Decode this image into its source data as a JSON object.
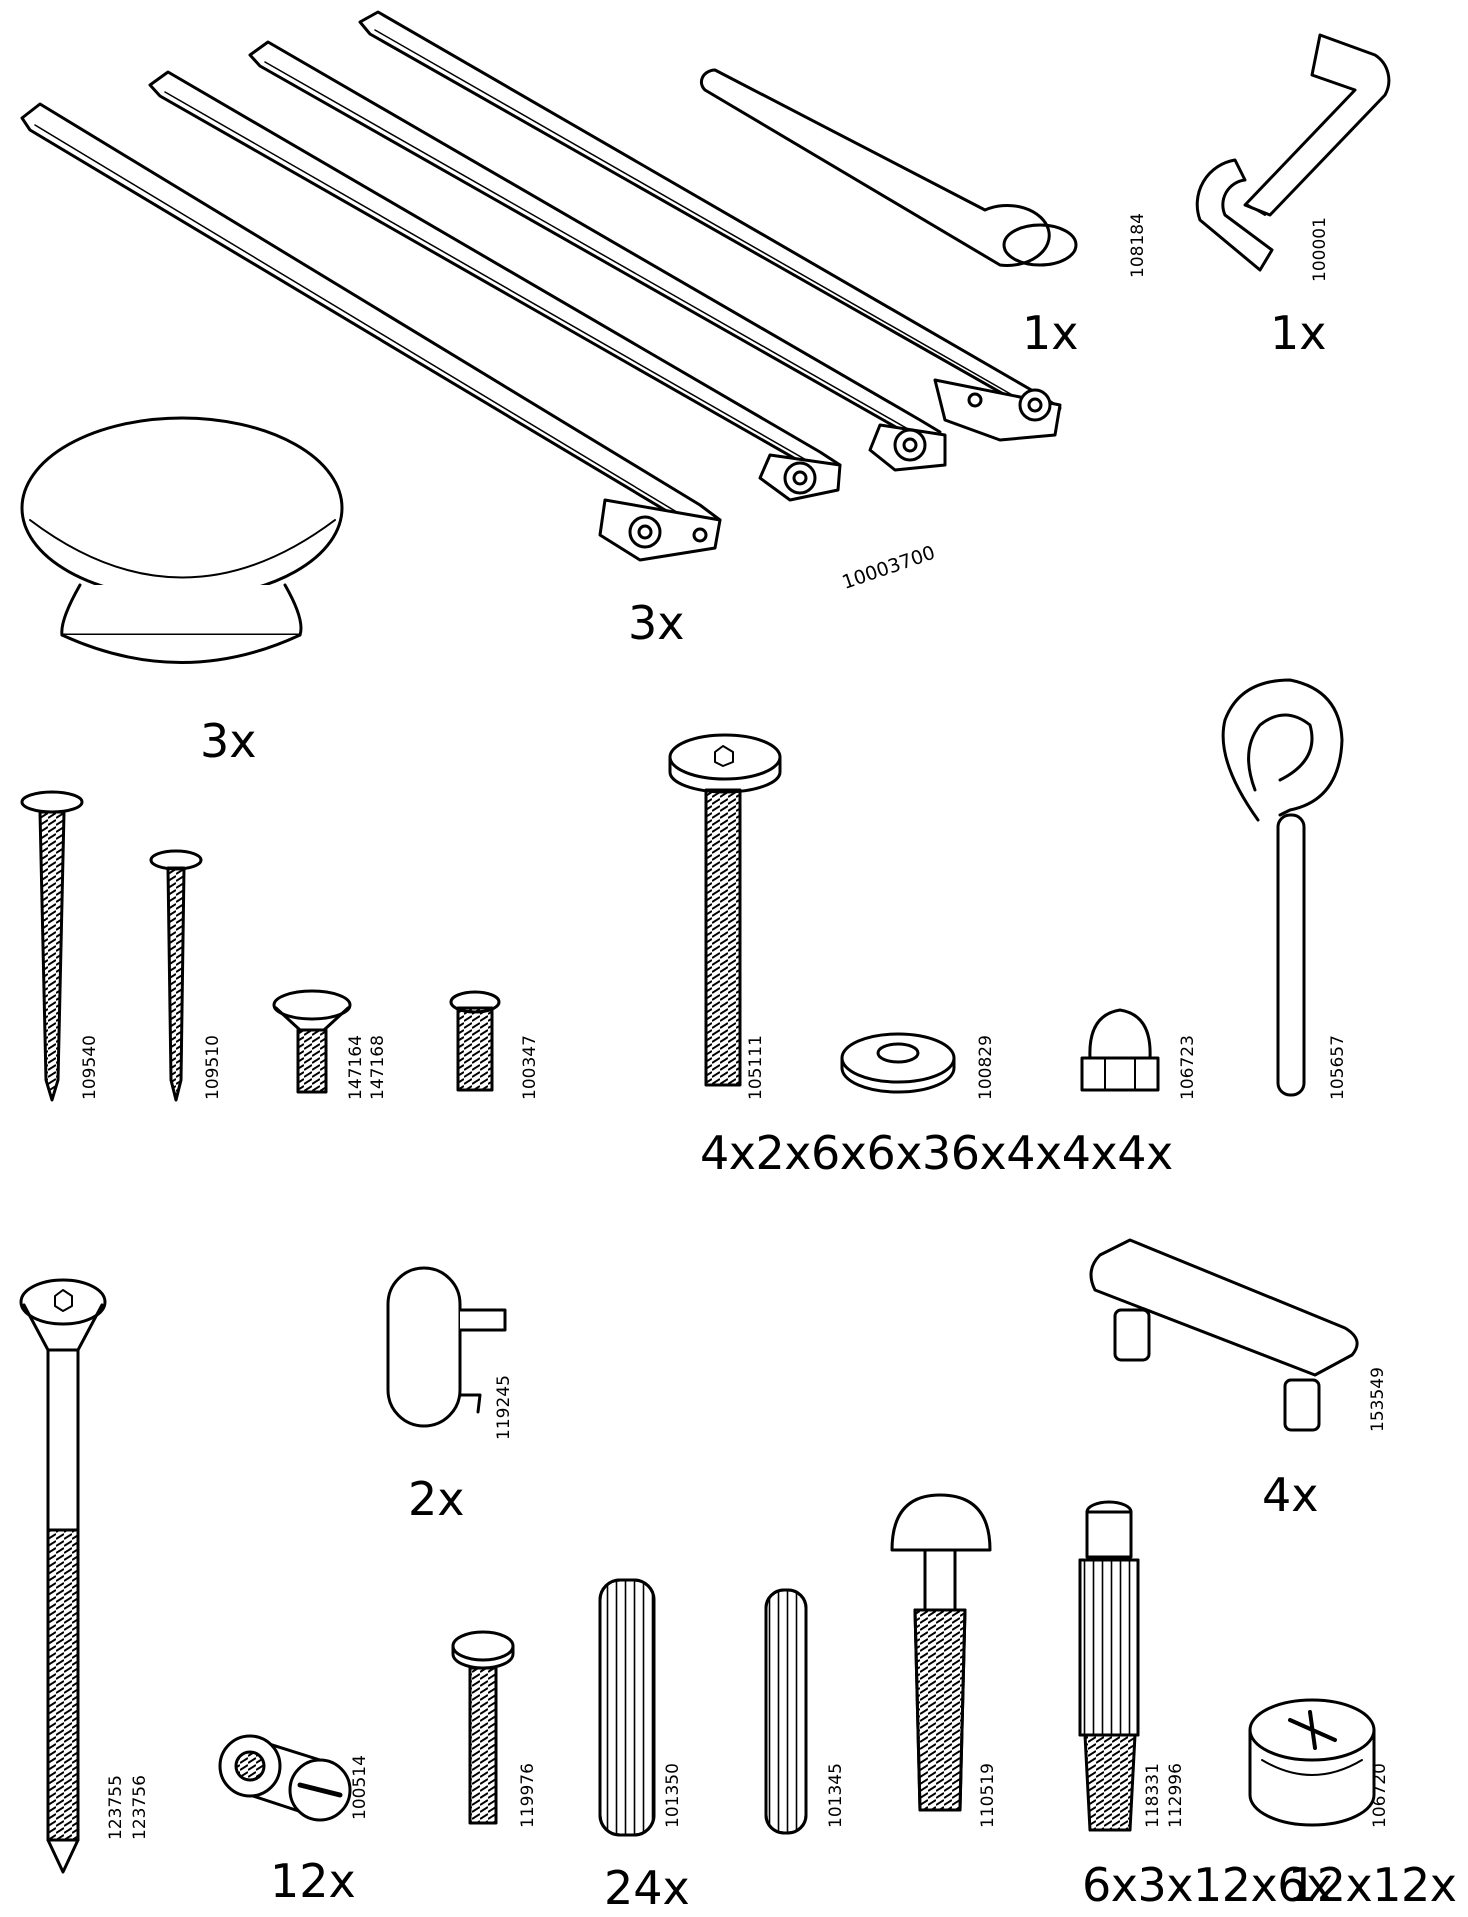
{
  "parts": [
    {
      "id": "rails",
      "article": "10003700",
      "qty": "3x"
    },
    {
      "id": "wrench",
      "article": "108184",
      "qty": "1x"
    },
    {
      "id": "allen-key",
      "article": "100001",
      "qty": "1x"
    },
    {
      "id": "knob",
      "qty": "3x"
    },
    {
      "id": "screw-long",
      "article": "109540"
    },
    {
      "id": "screw-medium",
      "article": "109510"
    },
    {
      "id": "screw-short",
      "article_a": "147164",
      "article_b": "147168"
    },
    {
      "id": "screw-euro",
      "article": "100347"
    },
    {
      "id": "bolt",
      "article": "105111"
    },
    {
      "id": "washer",
      "article": "100829"
    },
    {
      "id": "cap-nut",
      "article": "106723"
    },
    {
      "id": "eye-bolt",
      "article": "105657"
    },
    {
      "id": "long-bolt",
      "article_a": "123755",
      "article_b": "123756"
    },
    {
      "id": "shelf-plug",
      "article": "119245",
      "qty": "2x"
    },
    {
      "id": "handle",
      "article": "153549",
      "qty": "4x"
    },
    {
      "id": "barrel-nut",
      "article": "100514",
      "qty": "12x"
    },
    {
      "id": "machine-screw",
      "article": "119976"
    },
    {
      "id": "dowel-large",
      "article": "101350",
      "qty": "24x"
    },
    {
      "id": "dowel-small",
      "article": "101345"
    },
    {
      "id": "plastic-anchor",
      "article": "110519"
    },
    {
      "id": "cam-pin",
      "article_a": "118331",
      "article_b": "112996"
    },
    {
      "id": "cam-lock",
      "article": "106720"
    }
  ],
  "quantity_rows": {
    "middle": "4x2x6x6x36x4x4x4x",
    "bottom_a": "6x3x12x6x",
    "bottom_b": "12x12x"
  }
}
